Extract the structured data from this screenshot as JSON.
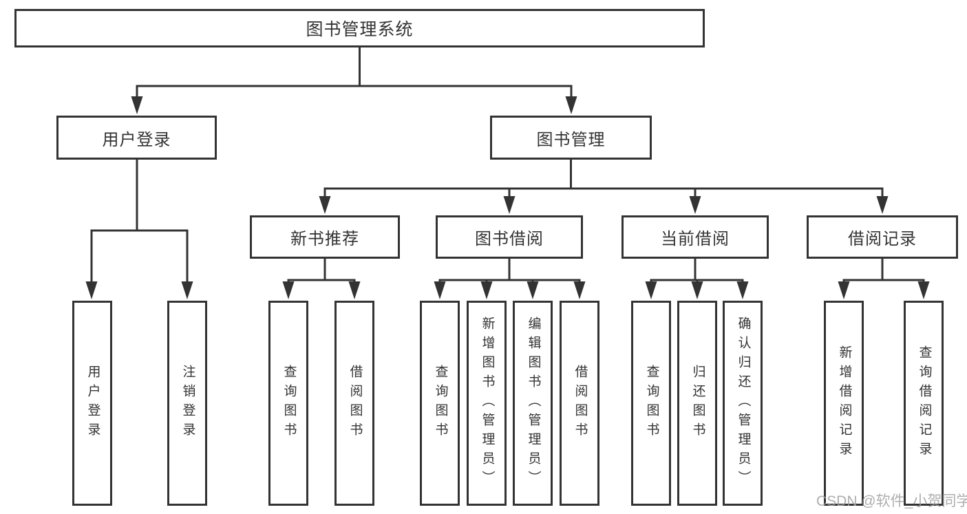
{
  "tree": {
    "root": {
      "label": "图书管理系统"
    },
    "children": [
      {
        "label": "用户登录",
        "children": [
          {
            "label": "用户登录"
          },
          {
            "label": "注销登录"
          }
        ]
      },
      {
        "label": "图书管理",
        "children": [
          {
            "label": "新书推荐",
            "children": [
              {
                "label": "查询图书"
              },
              {
                "label": "借阅图书"
              }
            ]
          },
          {
            "label": "图书借阅",
            "children": [
              {
                "label": "查询图书"
              },
              {
                "label": "新增图书（管理员）"
              },
              {
                "label": "编辑图书（管理员）"
              },
              {
                "label": "借阅图书"
              }
            ]
          },
          {
            "label": "当前借阅",
            "children": [
              {
                "label": "查询图书"
              },
              {
                "label": "归还图书"
              },
              {
                "label": "确认归还（管理员）"
              }
            ]
          },
          {
            "label": "借阅记录",
            "children": [
              {
                "label": "新增借阅记录"
              },
              {
                "label": "查询借阅记录"
              }
            ]
          }
        ]
      }
    ]
  },
  "colors": {
    "line": "#333333",
    "box_border": "#333333",
    "text": "#333333",
    "watermark": "#a0a0a0"
  },
  "watermark": {
    "text": "CSDN @软件_小贺同学"
  }
}
